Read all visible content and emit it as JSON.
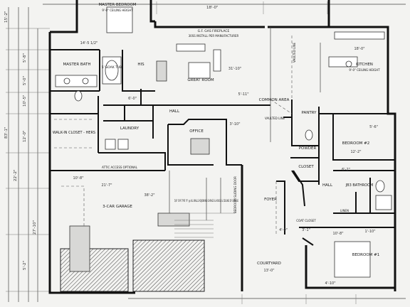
{
  "rooms": {
    "master_bedroom": {
      "name": "MASTER BEDROOM",
      "note": "9'-0\" CEILING HEIGHT"
    },
    "master_bath": {
      "name": "MASTER BATH"
    },
    "soak_tub": {
      "name": "5' SOAK TUB"
    },
    "his": {
      "name": "HIS"
    },
    "great_room": {
      "name": "GREAT ROOM"
    },
    "gas_fireplace": {
      "name": "G.F. GAS FIREPLACE",
      "note": "30SS INSTALL PER MANUFACTURER"
    },
    "kitchen": {
      "name": "KITCHEN",
      "note": "9'-0\" CEILING HEIGHT"
    },
    "walk_in_closet": {
      "name": "WALK-IN CLOSET - HERS"
    },
    "laundry": {
      "name": "LAUNDRY"
    },
    "hall_main": {
      "name": "HALL"
    },
    "office": {
      "name": "OFFICE"
    },
    "common_area": {
      "name": "COMMON AREA"
    },
    "pantry": {
      "name": "PANTRY"
    },
    "powder": {
      "name": "POWDER"
    },
    "closet": {
      "name": "CLOSET"
    },
    "bedroom2": {
      "name": "BEDROOM #2"
    },
    "hall_east": {
      "name": "HALL"
    },
    "bathroom": {
      "name": "JB3 BATHROOM"
    },
    "garage": {
      "name": "3-CAR GARAGE"
    },
    "attic_access": {
      "name": "ATTIC ACCESS OPTIONAL"
    },
    "foyer": {
      "name": "FOYER"
    },
    "courtyard": {
      "name": "COURTYARD"
    },
    "bedroom1": {
      "name": "BEDROOM #1"
    },
    "linen": {
      "name": "LINEN"
    },
    "coat_closet": {
      "name": "COAT CLOSET"
    }
  },
  "notes": {
    "garage_firewall": "5/8\" GYP. TYPE \"X\" @ ALL WALLS ADJOINING GARAGE & HOUSE & CEILING OF GARAGE",
    "vaulted_1": "VAULTED LINE",
    "vaulted_2": "VAULTED LINE",
    "bedroom_window_note": "BEDROOM SLIDING DOOR"
  },
  "dimensions": {
    "left_1": "15'-2\"",
    "left_2": "5'-8\"",
    "left_3": "5'-0\"",
    "left_4": "10'-5\"",
    "left_5": "83'-1\"",
    "left_6": "12'-0\"",
    "left_7": "22'-2\"",
    "left_8": "27'-10\"",
    "left_9": "5'-2\"",
    "mbr_w": "14'-5 1/2\"",
    "mbr_top": "18'-0\"",
    "garage_w": "10'-8\"",
    "garage_w2": "21'-7\"",
    "garage_d": "38'-2\"",
    "great_w": "31'-10\"",
    "kitchen_w": "18'-0\"",
    "bed2_w": "12'-2\"",
    "courtyard_w": "13'-0\"",
    "mid_1": "6'-0\"",
    "mid_2": "3'-10\"",
    "mid_3": "5'-11\"",
    "right_1": "4'-0\"",
    "right_2": "3'-1\"",
    "right_3": "10'-8\"",
    "right_4": "1'-10\"",
    "right_5": "5'-6\"",
    "right_6": "6'-2\"",
    "right_7": "4'-10\""
  }
}
